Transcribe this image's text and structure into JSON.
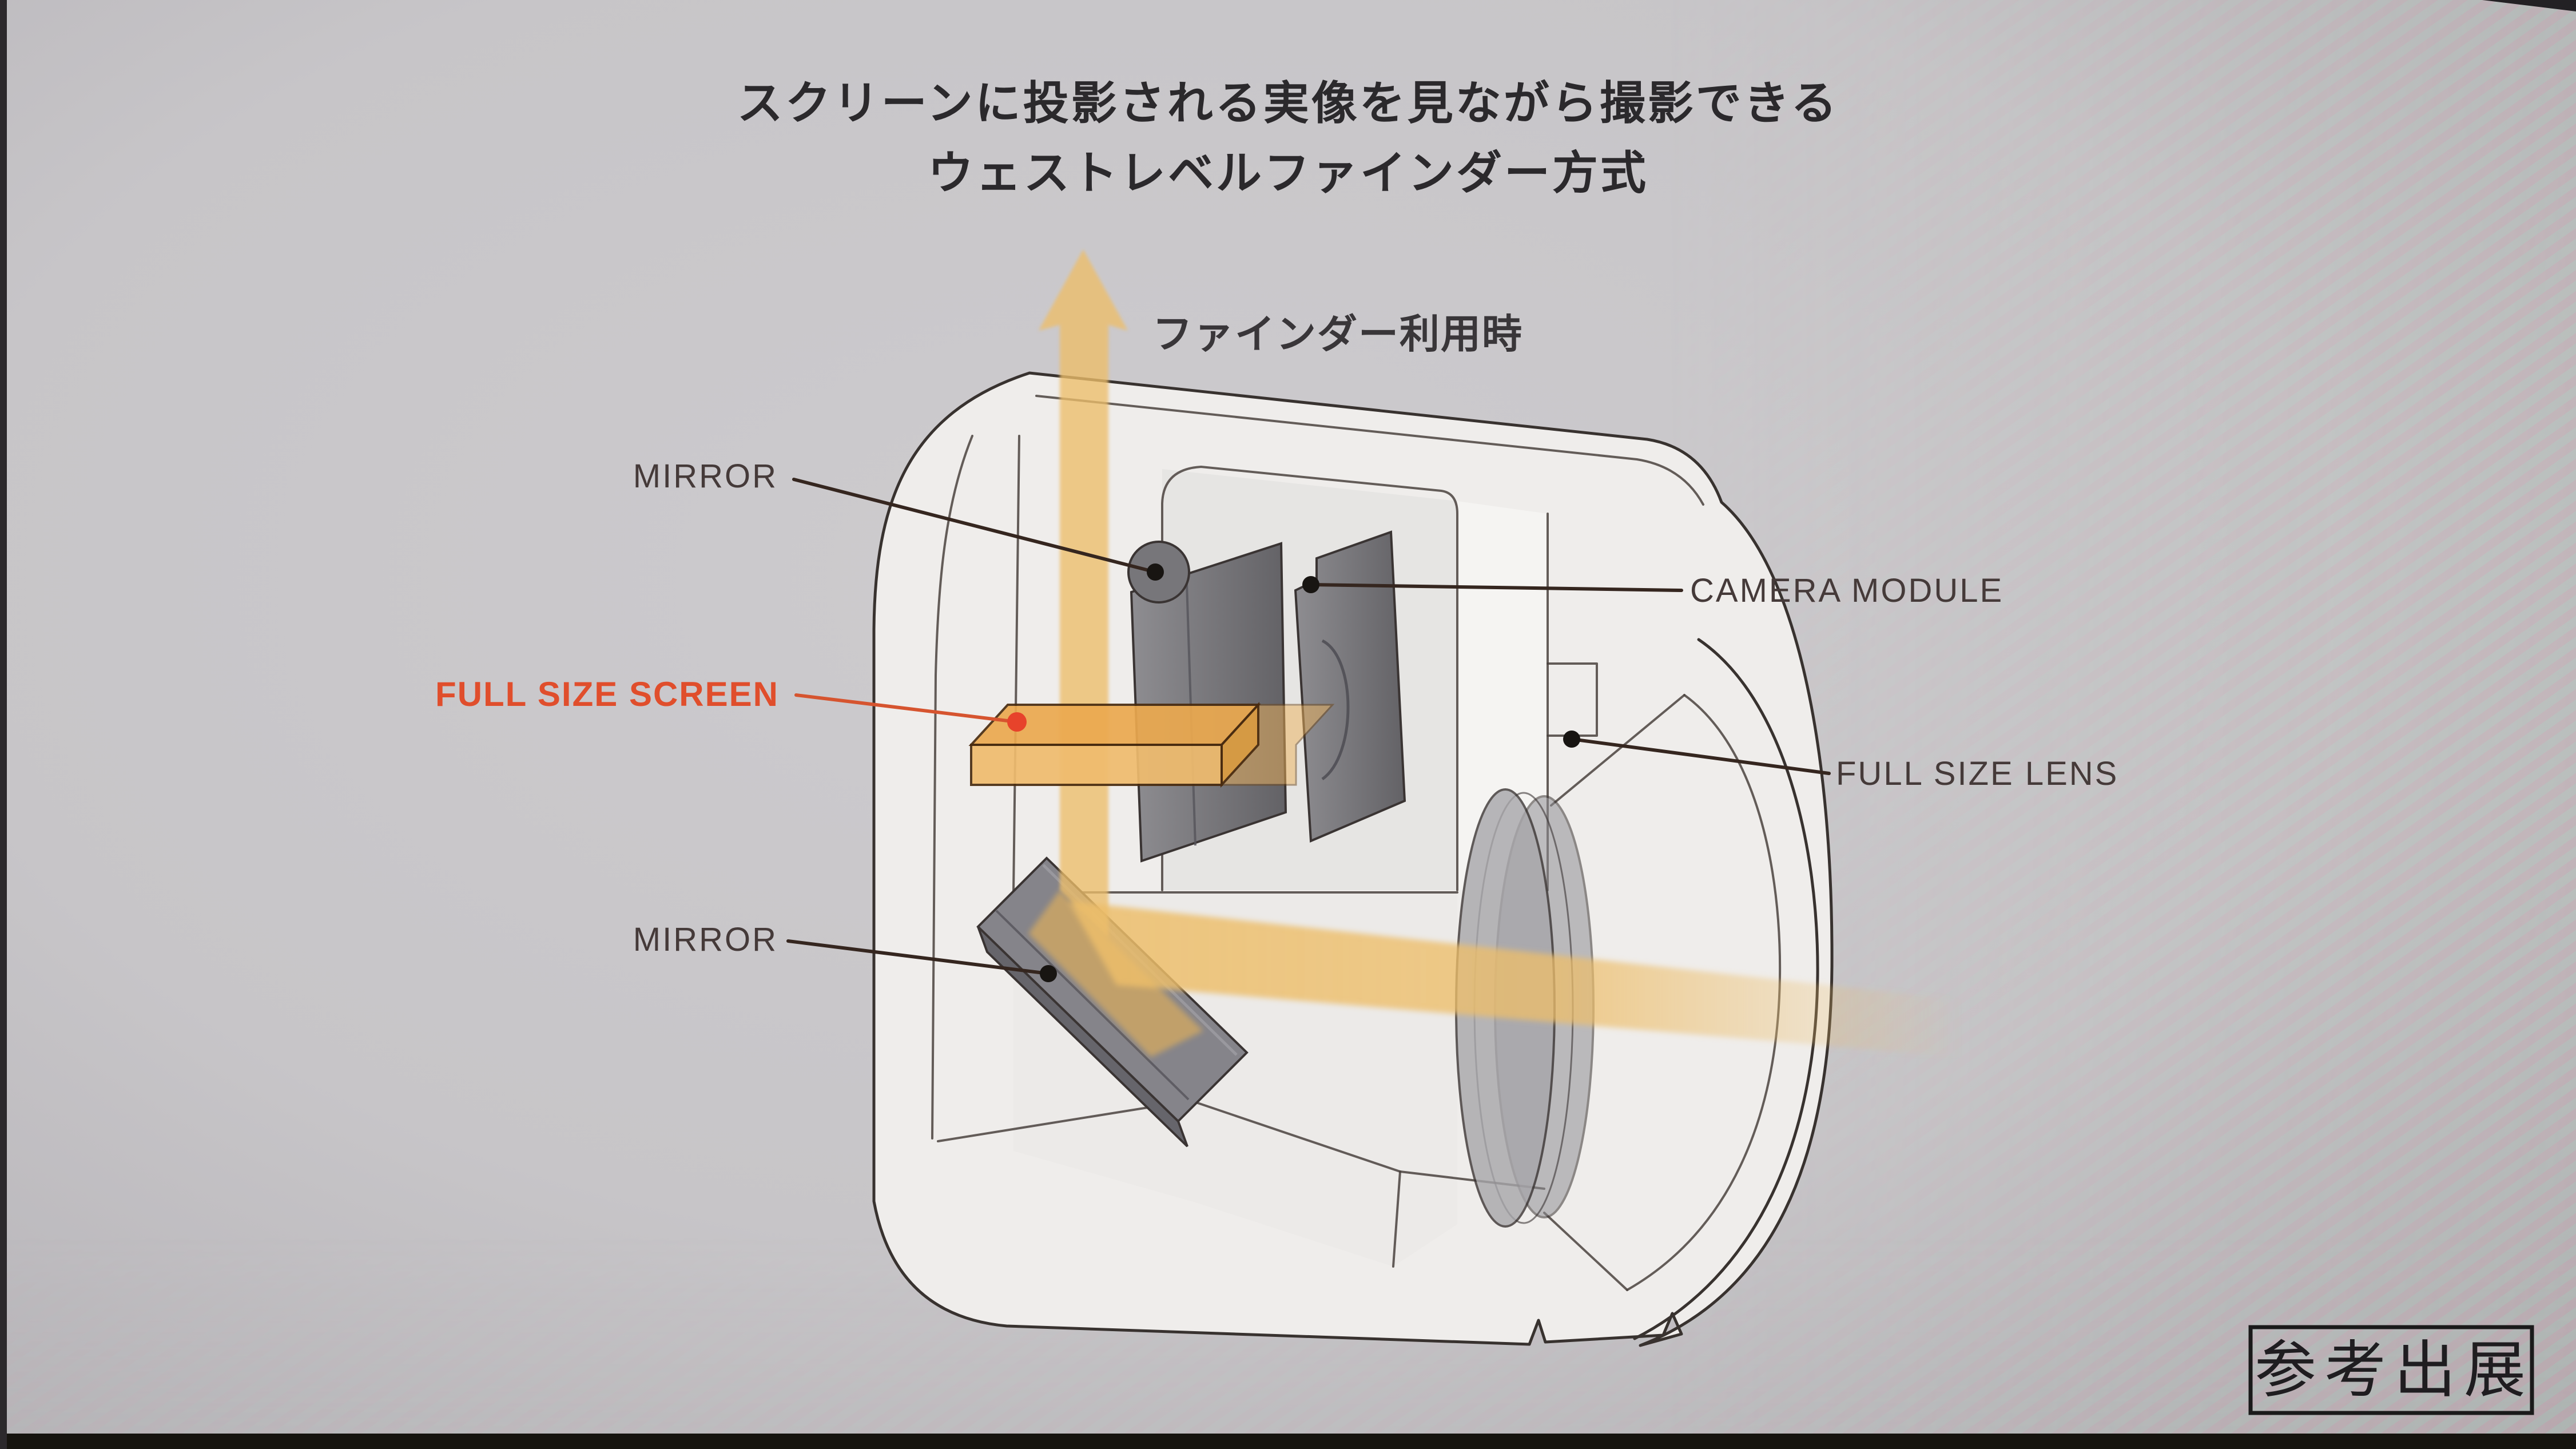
{
  "title": {
    "line1": "スクリーンに投影される実像を見ながら撮影できる",
    "line2": "ウェストレベルファインダー方式"
  },
  "arrow_label": "ファインダー利用時",
  "labels": {
    "mirror_top": "MIRROR",
    "camera_module": "CAMERA MODULE",
    "full_size_screen": "FULL SIZE SCREEN",
    "full_size_lens": "FULL SIZE LENS",
    "mirror_bottom": "MIRROR"
  },
  "footer": {
    "reference_badge": "参考出展"
  },
  "colors": {
    "background": "#c7c5c8",
    "body_fill": "#efedeb",
    "outline": "#38322f",
    "beam_yellow": "#edbe6a",
    "screen_orange": "#eba94f",
    "screen_label_orange": "#e04e2c",
    "leader_dark": "#35261f",
    "leader_red_dot": "#e7432b",
    "part_gray": "#85848a",
    "title_text": "#2b292c",
    "bottom_bar": "#16140f"
  }
}
